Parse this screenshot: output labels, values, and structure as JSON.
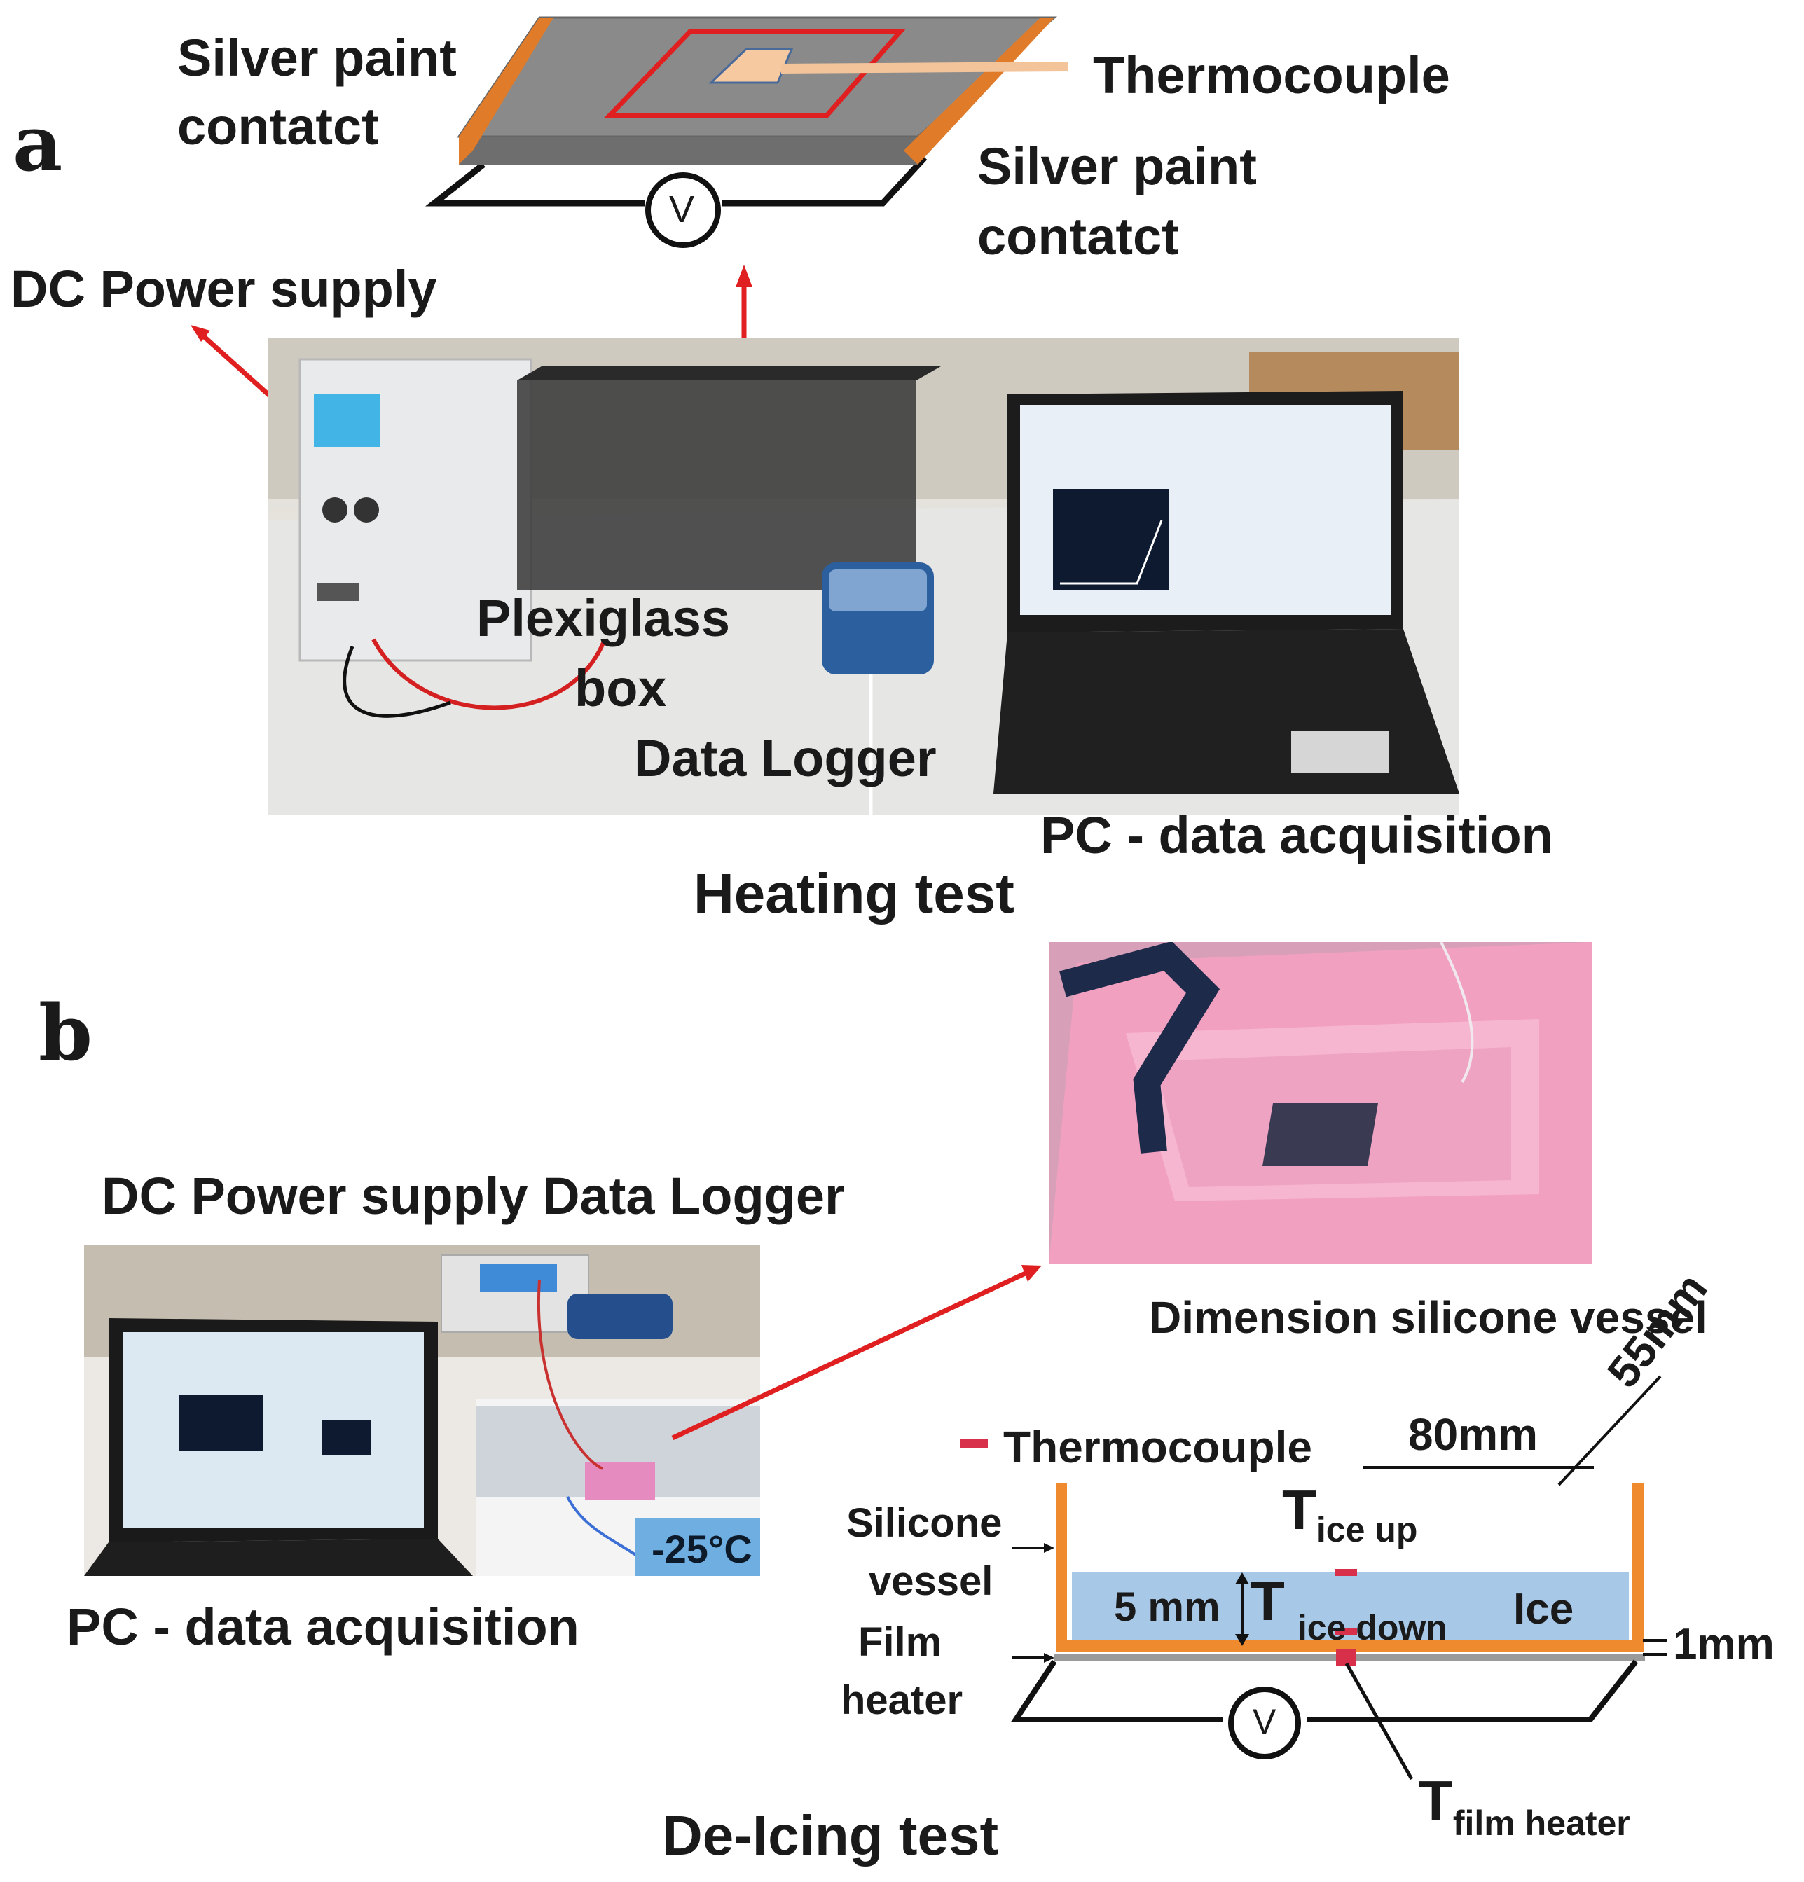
{
  "panel_a": {
    "letter": "a",
    "labels": {
      "silver_paint_left": [
        "Silver paint",
        "contatct"
      ],
      "thermocouple": "Thermocouple",
      "silver_paint_right": [
        "Silver paint",
        "contatct"
      ],
      "dc_power_supply": "DC Power supply",
      "plexiglass_box": [
        "Plexiglass",
        "box"
      ],
      "data_logger": "Data Logger",
      "pc_data_acquisition": "PC - data acquisition"
    },
    "voltmeter_symbol": "V",
    "title": "Heating test",
    "colors": {
      "contact_strip": "#e07b2a",
      "sample": "#8a8a8a",
      "heated_zone": "#e02020",
      "sensor": "#f6c9a0",
      "arrow": "#e02020"
    }
  },
  "panel_b": {
    "letter": "b",
    "labels": {
      "dc_power_supply_data_logger": "DC Power supply Data Logger",
      "pc_data_acquisition": "PC - data acquisition",
      "temperature": "-25°C",
      "dimension_vessel": "Dimension silicone vessel",
      "thermocouple_legend": "Thermocouple",
      "length": "80mm",
      "width": "55mm",
      "silicone_vessel": [
        "Silicone",
        "vessel"
      ],
      "film_heater": [
        "Film",
        "heater"
      ],
      "ice_thickness": "5 mm",
      "ice": "Ice",
      "wall_thickness": "1mm",
      "t_ice_up": {
        "main": "T",
        "sub": "ice up"
      },
      "t_ice_down": {
        "main": "T",
        "sub": "ice down"
      },
      "t_film_heater": {
        "main": "T",
        "sub": "film heater"
      }
    },
    "voltmeter_symbol": "V",
    "title": "De-Icing test",
    "colors": {
      "vessel": "#f08a2e",
      "ice": "#a8c8e8",
      "heater": "#9a9a9a",
      "thermocouple": "#d8304a",
      "arrow": "#e02020",
      "vessel_photo": "#f2a0c0"
    }
  }
}
